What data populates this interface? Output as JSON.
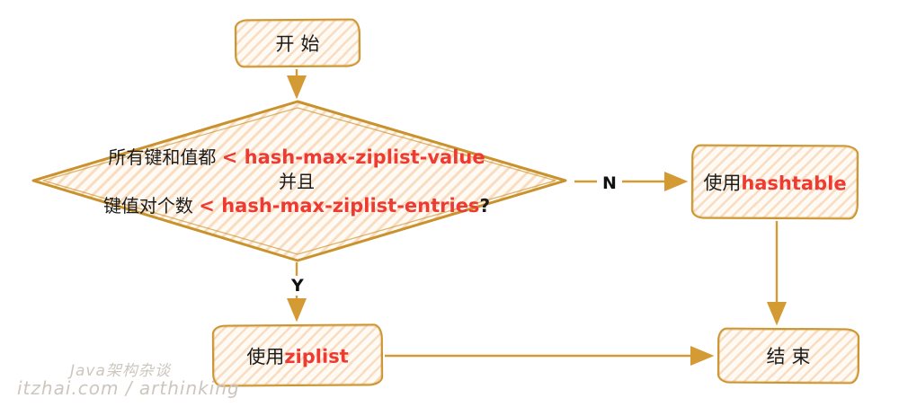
{
  "diagram": {
    "title_hint": "Redis hash encoding decision flowchart",
    "colors": {
      "stroke_orange": "#cd9530",
      "fill_stripe": "#f8ddc2",
      "fill_background": "#fffaf3",
      "text_black": "#1b1b1b",
      "highlight_red": "#ee3a31",
      "watermark_gray": "#ccc6bf"
    },
    "nodes": {
      "start": {
        "label": "开始"
      },
      "decision": {
        "line1_black": "所有键和值都 ",
        "line1_red": "< hash-max-ziplist-value",
        "line2": "并且",
        "line3_black": "键值对个数 ",
        "line3_red": "< hash-max-ziplist-entries",
        "line3_suffix": "?"
      },
      "use_hashtable": {
        "prefix": "使用",
        "highlight": "hashtable"
      },
      "use_ziplist": {
        "prefix": "使用",
        "highlight": "ziplist"
      },
      "end": {
        "label": "结束"
      }
    },
    "edges": {
      "no_label": "N",
      "yes_label": "Y"
    },
    "watermark": {
      "line1": "Java架构杂谈",
      "line2": "itzhai.com / arthinking"
    }
  }
}
